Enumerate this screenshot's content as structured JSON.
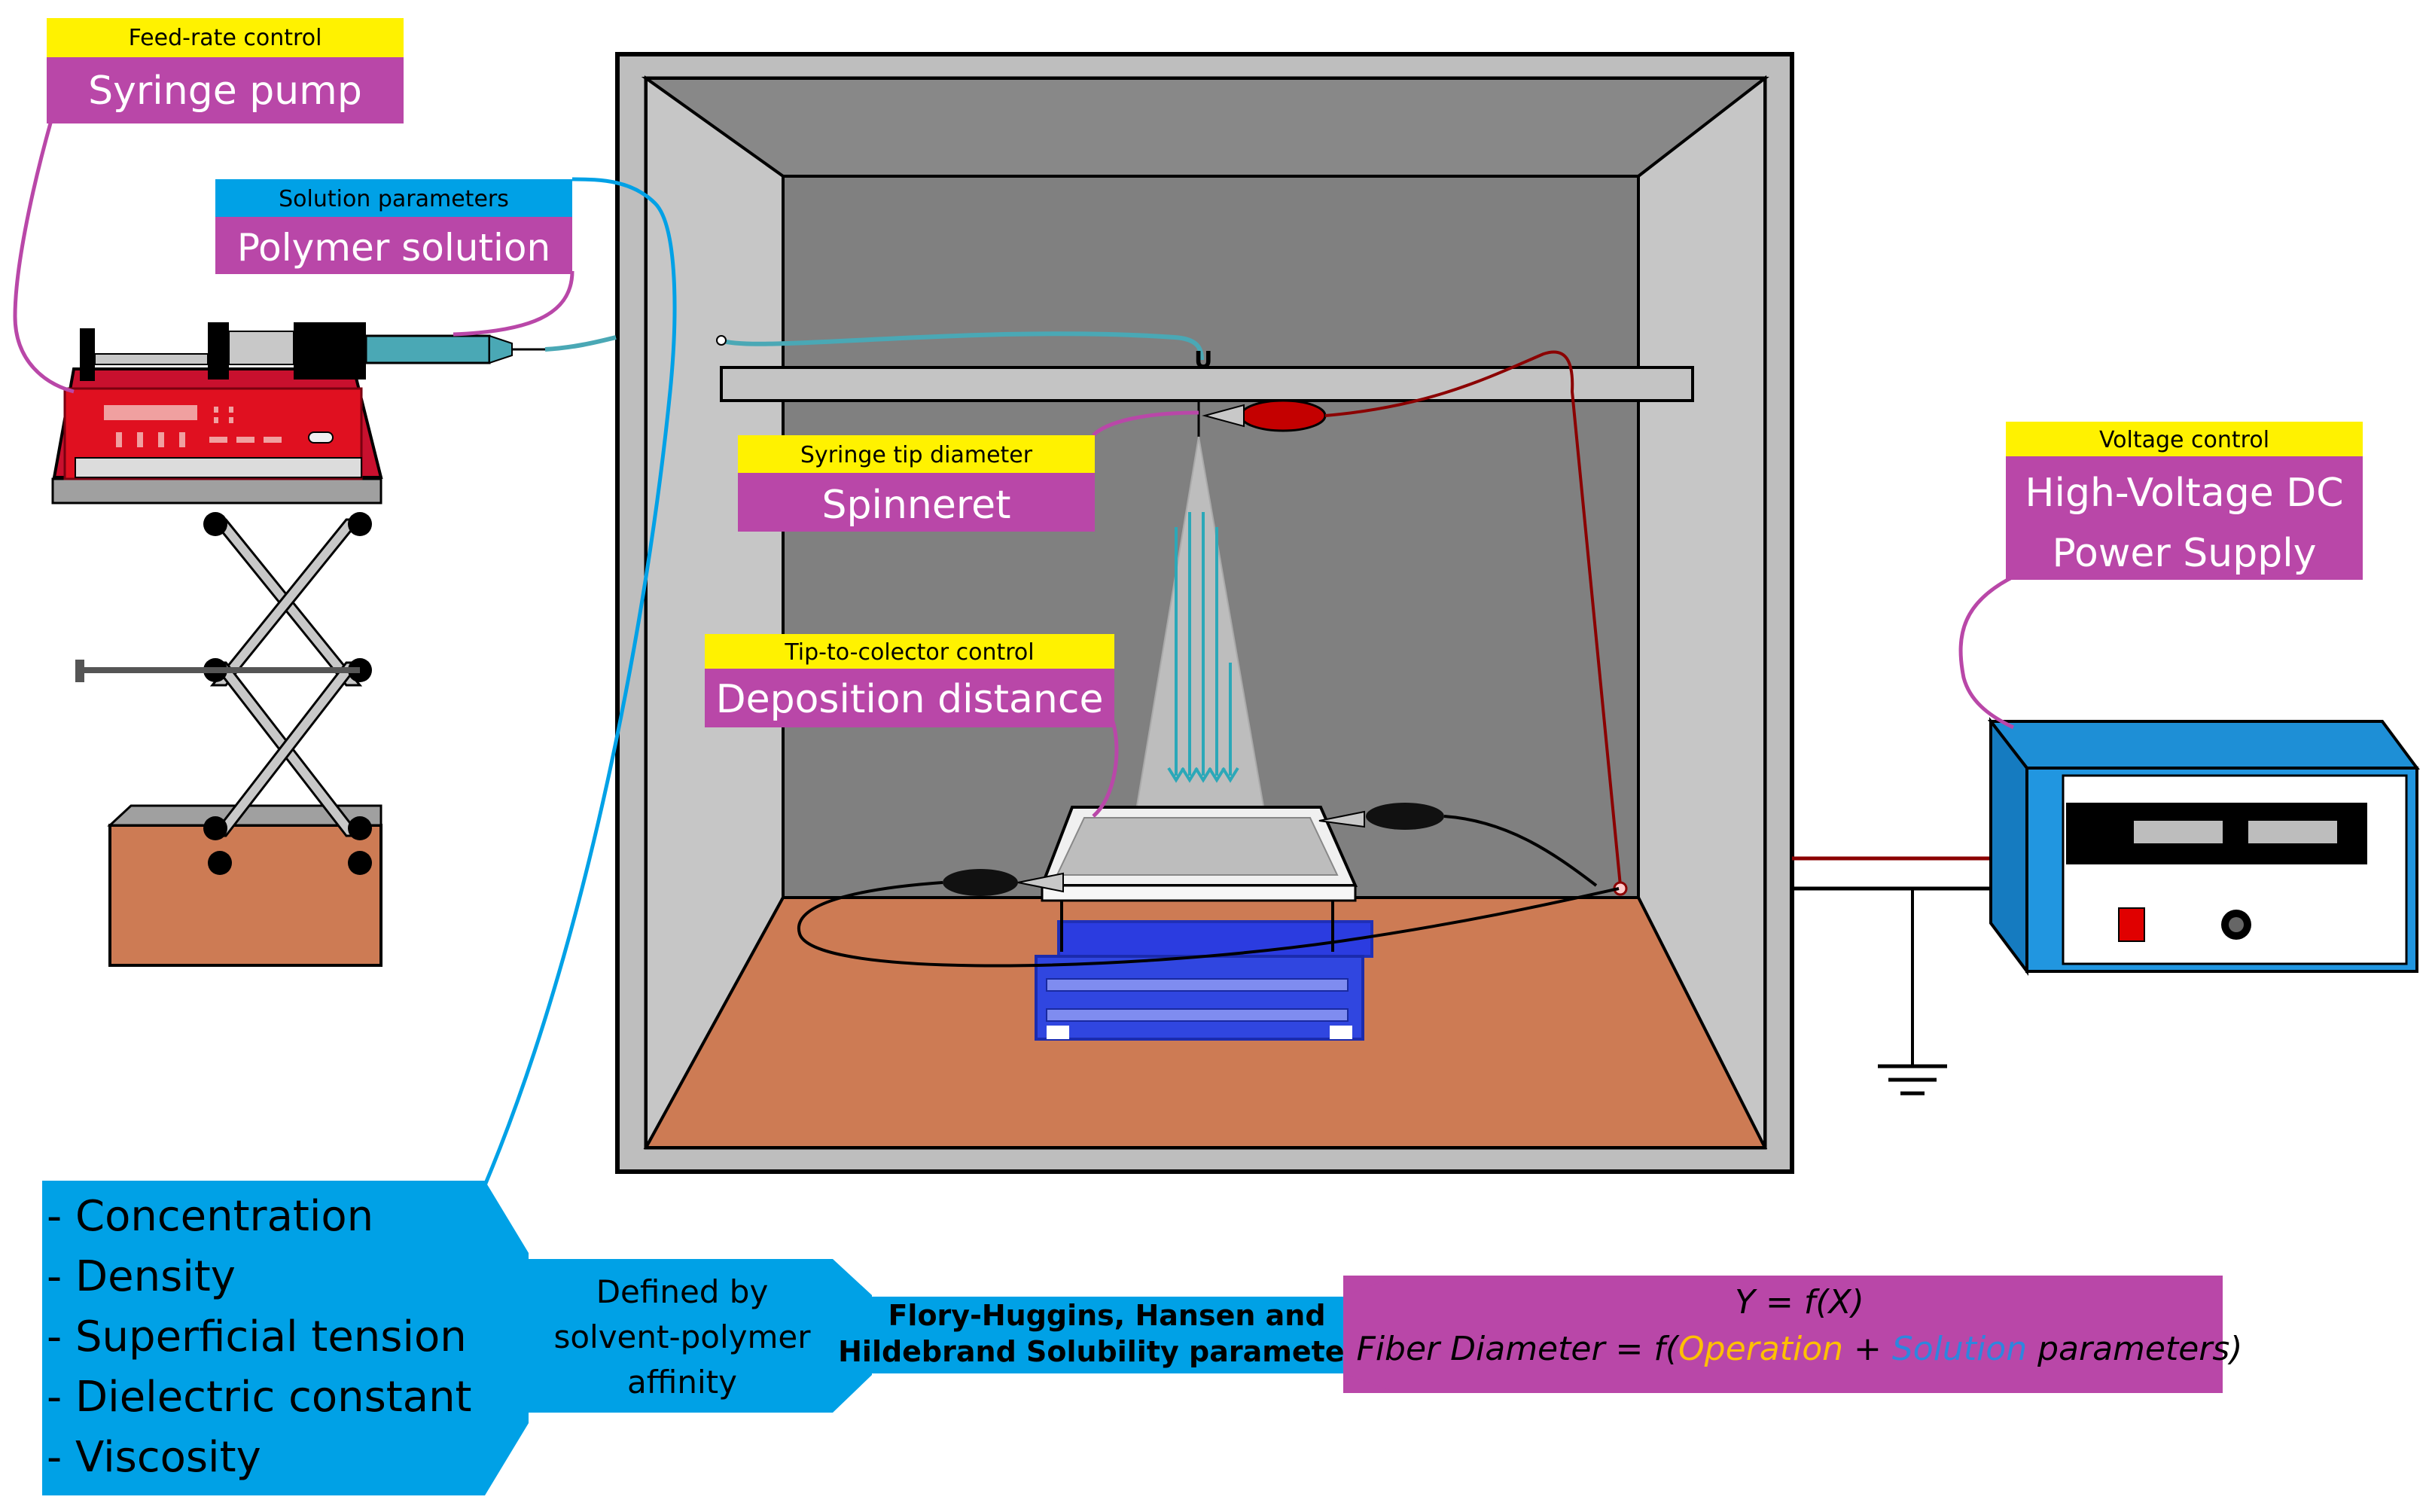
{
  "colors": {
    "yellow": "#FFF200",
    "magenta": "#B947A8",
    "cyan": "#00A1E6",
    "copper": "#CD7B54",
    "red_pump": "#C8102E",
    "blue_supply": "#1E8FD6",
    "orange_text": "#FFC000",
    "blue_text": "#2E86DE",
    "chamber_gray": "#BEBEBE",
    "inner_gray": "#808080"
  },
  "labels": {
    "syringe_pump": {
      "sub": "Feed-rate control",
      "main": "Syringe pump"
    },
    "polymer_solution": {
      "sub": "Solution parameters",
      "main": "Polymer solution"
    },
    "spinneret": {
      "sub": "Syringe tip diameter",
      "main": "Spinneret"
    },
    "deposition": {
      "sub": "Tip-to-colector control",
      "main": "Deposition distance"
    },
    "power_supply": {
      "sub": "Voltage control",
      "main_line1": "High-Voltage DC",
      "main_line2": "Power Supply"
    }
  },
  "solution_params": [
    "- Concentration",
    "- Density",
    "- Superficial tension",
    "- Dielectric constant",
    "- Viscosity"
  ],
  "defined_by": [
    "Defined by",
    "solvent-polymer",
    "affinity"
  ],
  "solubility": [
    "Flory-Huggins, Hansen and",
    "Hildebrand Solubility parameters"
  ],
  "equation": {
    "line1": "Y = f(X)",
    "prefix": "Fiber Diameter = f(",
    "operation": "Operation",
    "plus": " + ",
    "solution": "Solution",
    "suffix": " parameters)"
  }
}
